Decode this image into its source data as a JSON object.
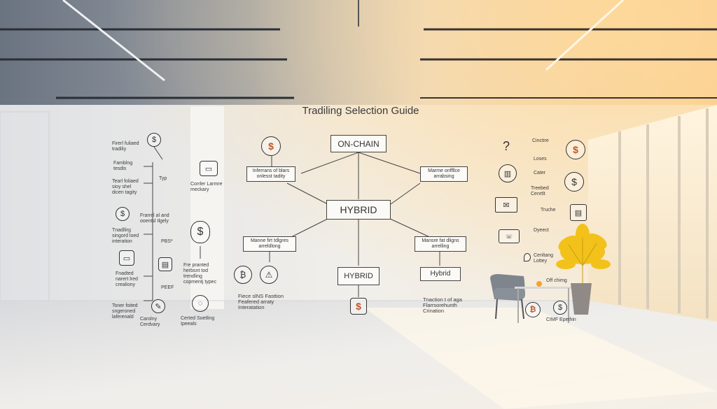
{
  "title": "Tradiling Selection Guide",
  "center": {
    "onchain": "ON-CHAIN",
    "hybrid_main": "HYBRID",
    "hybrid_lower": "HYBRID",
    "hybrid_right": "Hybrid",
    "box_left_top": "Inferrans of blars\nonlesst tadity",
    "box_right_top": "Marme onffllce\narrabsing",
    "box_left_mid": "Manne firt tdlgres\narreldlong",
    "box_right_mid": "Mansre fat dligns\narrelling",
    "left_caption": "Fiece slNS Fasttion\nFeafered arraty\nInteratation",
    "right_caption": "Tnaction t of aga\nFlarrsorehunth\nCrination"
  },
  "left_panel": {
    "items": [
      "Firerl fuliaed\ntradiliy",
      "Famblng\ntesdis",
      "Tearl foliaed\nsioy shel\ndicen tagity",
      "Frarrel al and\nooentsl tlgely",
      "Tnadllirg\nsingord loed\ninteration",
      "Fnadted\nnarert lred\ncrealiony",
      "Toner foited\nsngeroned\nlaferenald",
      "Carolny\nCerdvary"
    ],
    "labels_right": [
      "Typ",
      "PBS*",
      "PEEF"
    ],
    "col2": [
      "Corrler Larmre\nmeckary",
      "Fre pranted\nherbsnt tod\ntrendling\ncopmentj typec",
      "Certed Soetling\nIpeeals"
    ]
  },
  "right_panel": {
    "items": [
      "Cinctire",
      "Loses",
      "Cater",
      "Treebed\nCenrtlt",
      "Truche",
      "Dyeect",
      "Cenltang\nLottey",
      "Off chimg",
      "CIMF Epethin"
    ]
  },
  "colors": {
    "accent": "#c2552a",
    "line": "#444444",
    "plant": "#f2c21b"
  }
}
